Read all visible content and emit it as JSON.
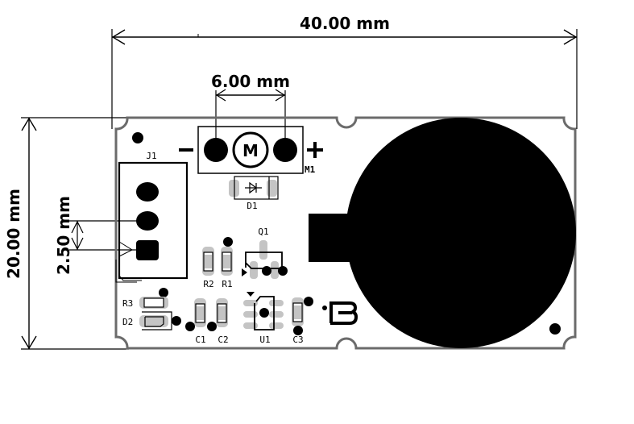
{
  "dimensions": {
    "width_label": "40.00 mm",
    "height_label": "20.00 mm",
    "motor_pitch_label": "6.00 mm",
    "connector_pitch_label": "2.50 mm"
  },
  "components": {
    "j1": "J1",
    "m1": "M1",
    "motor_symbol": "M",
    "motor_minus": "−",
    "motor_plus": "+",
    "d1": "D1",
    "q1": "Q1",
    "r1": "R1",
    "r2": "R2",
    "r3": "R3",
    "d2": "D2",
    "c1": "C1",
    "c2": "C2",
    "c3": "C3",
    "u1": "U1"
  },
  "colors": {
    "board_outline": "#6b6b6b",
    "pad": "#c4c4c4",
    "copper_fill": "#000000",
    "background": "#ffffff"
  }
}
